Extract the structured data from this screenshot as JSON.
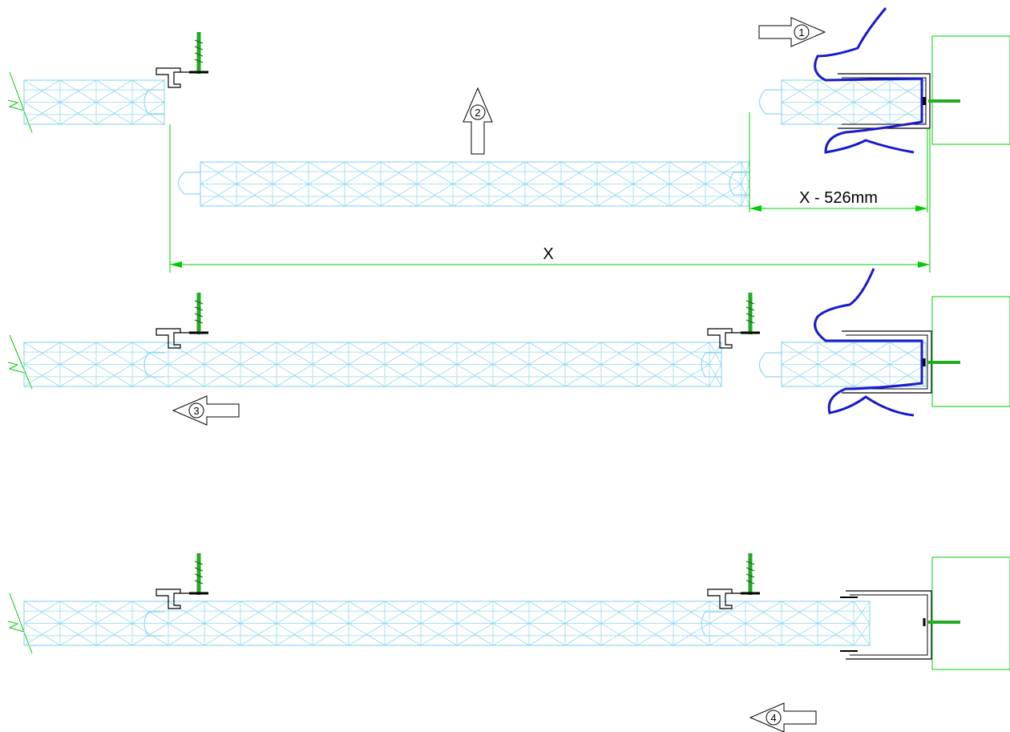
{
  "dimensions": {
    "total_label": "X",
    "offset_label": "X - 526mm"
  },
  "steps": [
    {
      "number": "1",
      "direction": "right"
    },
    {
      "number": "2",
      "direction": "up"
    },
    {
      "number": "3",
      "direction": "left"
    },
    {
      "number": "4",
      "direction": "left"
    }
  ],
  "colors": {
    "panel": "#8fd8f0",
    "dimension": "#00cc00",
    "profile": "#000000",
    "seal": "#1a1acc",
    "screw": "#22aa22",
    "wall": "#00cc00",
    "background": "#ffffff"
  }
}
